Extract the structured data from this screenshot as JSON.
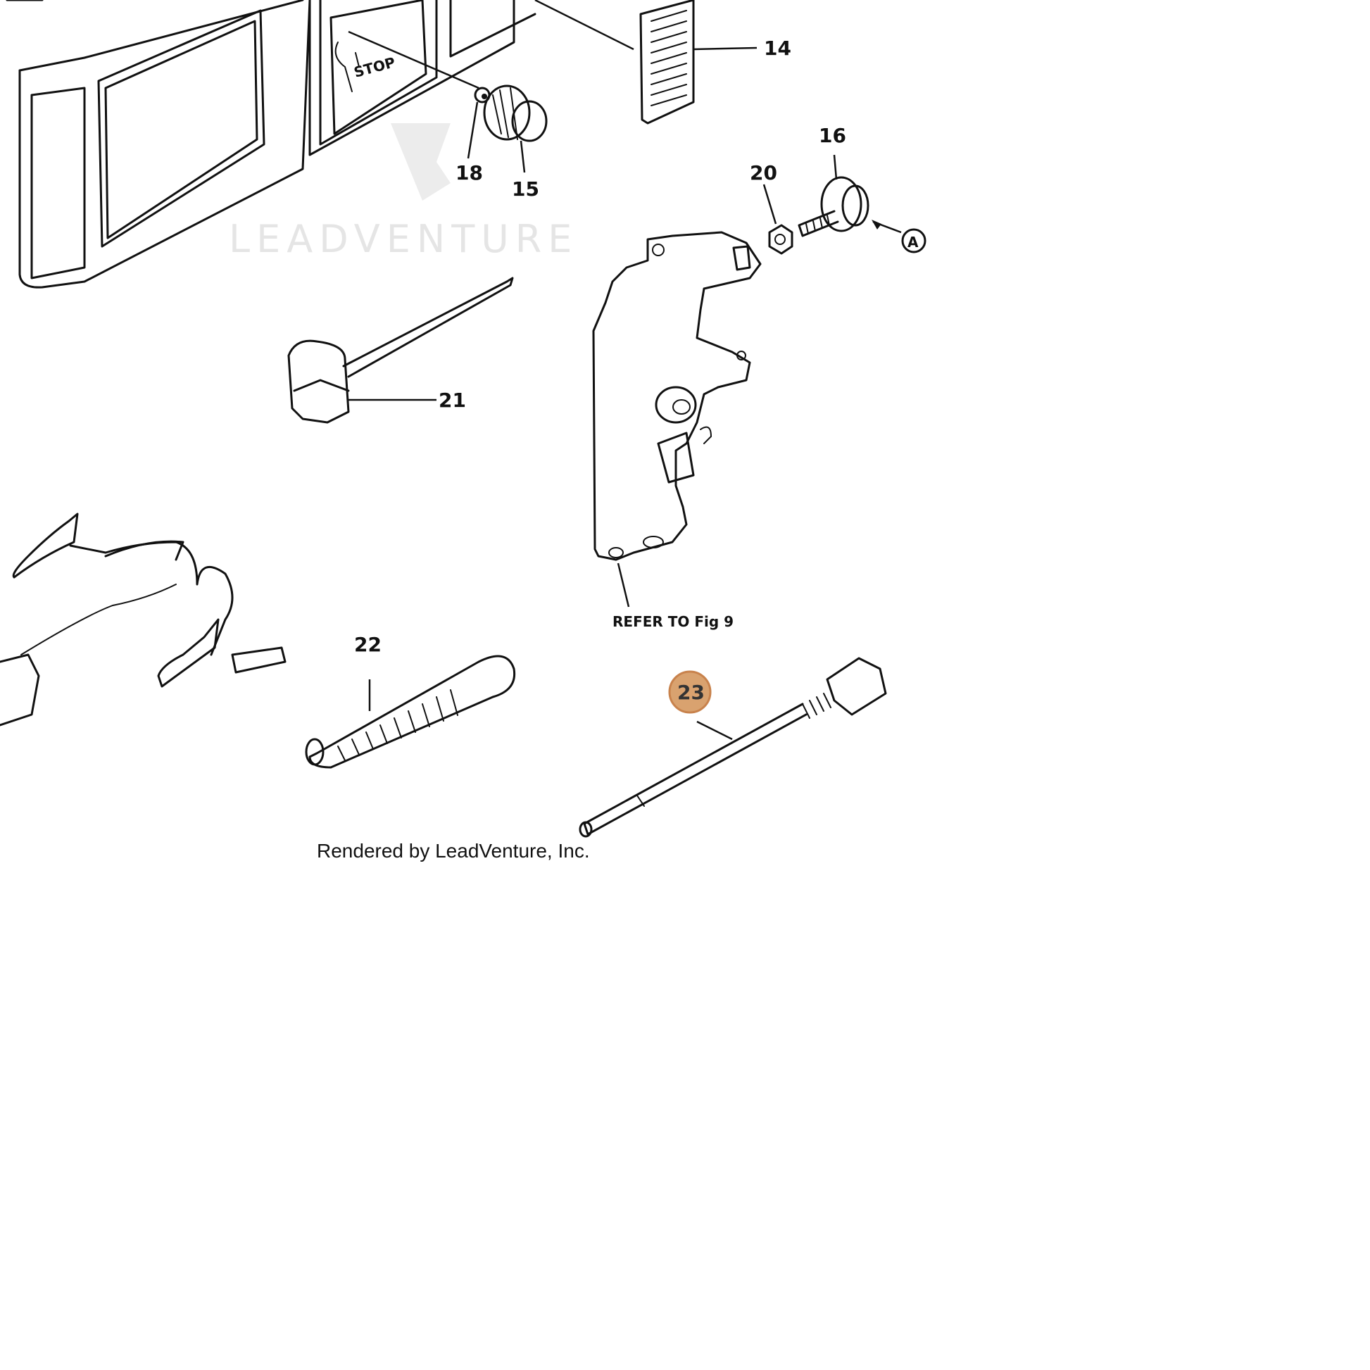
{
  "watermark": {
    "text": "LEADVENTURE"
  },
  "callouts": {
    "c14": "14",
    "c15": "15",
    "c16": "16",
    "c18": "18",
    "c20": "20",
    "c21": "21",
    "c22": "22",
    "c23": "23",
    "circleA": "A"
  },
  "panel_label": "STOP",
  "note": "REFER TO Fig  9",
  "footer": "Rendered by LeadVenture, Inc.",
  "colors": {
    "highlight_fill": "#d9a26f",
    "highlight_stroke": "#c8824c",
    "watermark": "#e5e5e5"
  }
}
